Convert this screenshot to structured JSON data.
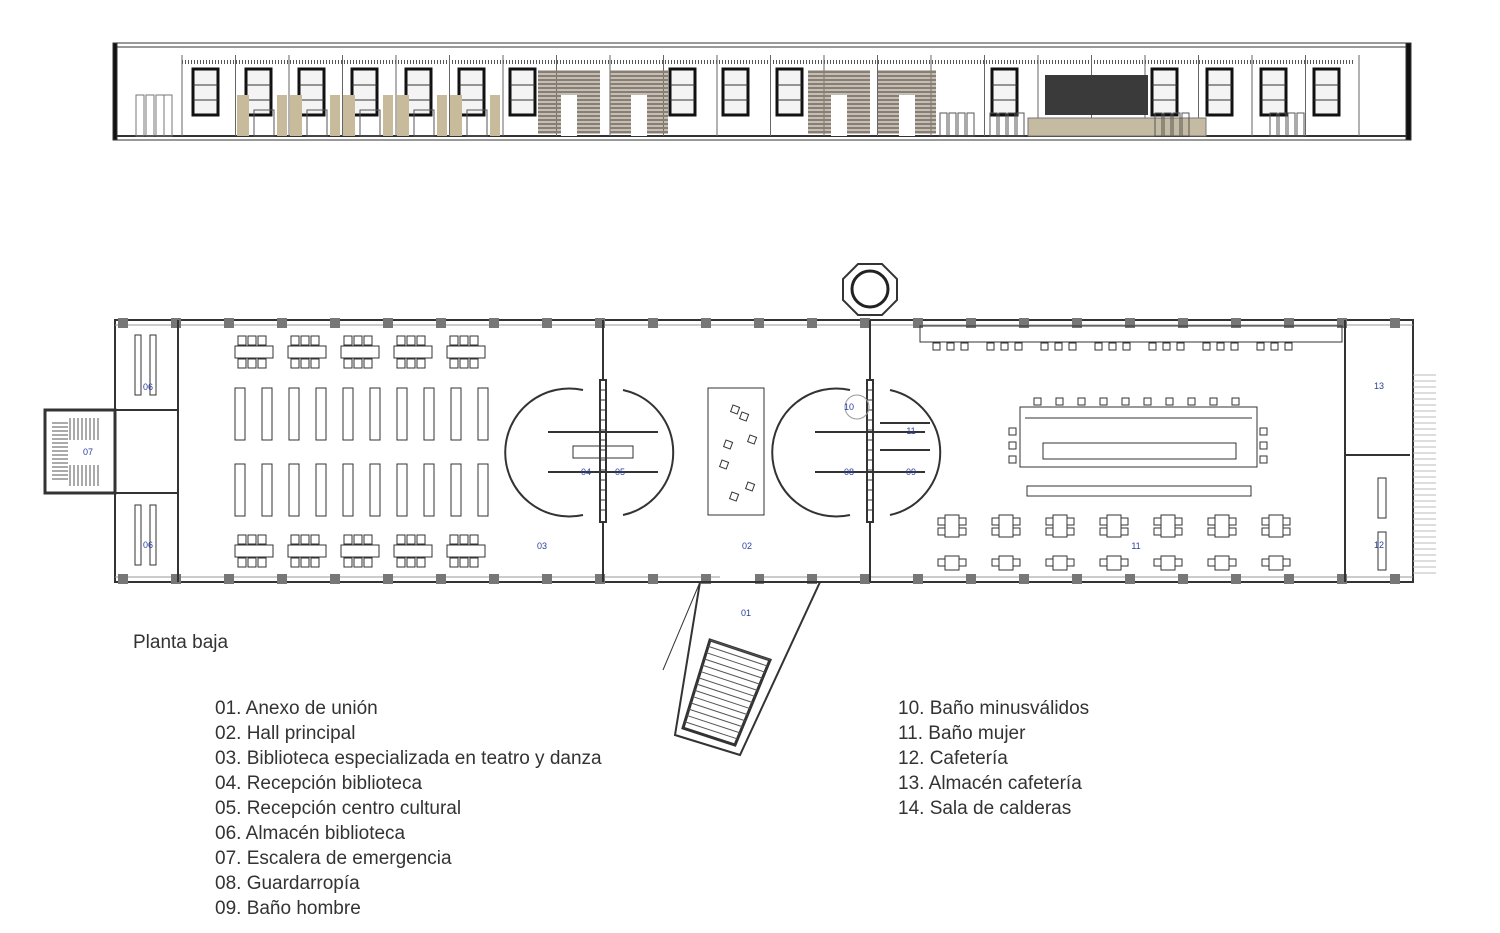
{
  "plan_title": "Planta baja",
  "legend_left": [
    "01. Anexo de unión",
    "02. Hall principal",
    "03. Biblioteca especializada en teatro y danza",
    "04. Recepción biblioteca",
    "05. Recepción centro cultural",
    "06. Almacén biblioteca",
    "07. Escalera de emergencia",
    "08. Guardarropía",
    "09. Baño hombre"
  ],
  "legend_right": [
    "10. Baño minusválidos",
    "11. Baño mujer",
    "12. Cafetería",
    "13. Almacén cafetería",
    "14. Sala de calderas"
  ],
  "room_labels": [
    "06",
    "06",
    "07",
    "03",
    "04",
    "05",
    "02",
    "01",
    "10",
    "11",
    "08",
    "09",
    "11",
    "13",
    "12"
  ],
  "colors": {
    "line": "#333333",
    "wall": "#777777",
    "label": "#2b3f9e",
    "wood": "#8a7e70",
    "beige": "#c8bb9c"
  }
}
